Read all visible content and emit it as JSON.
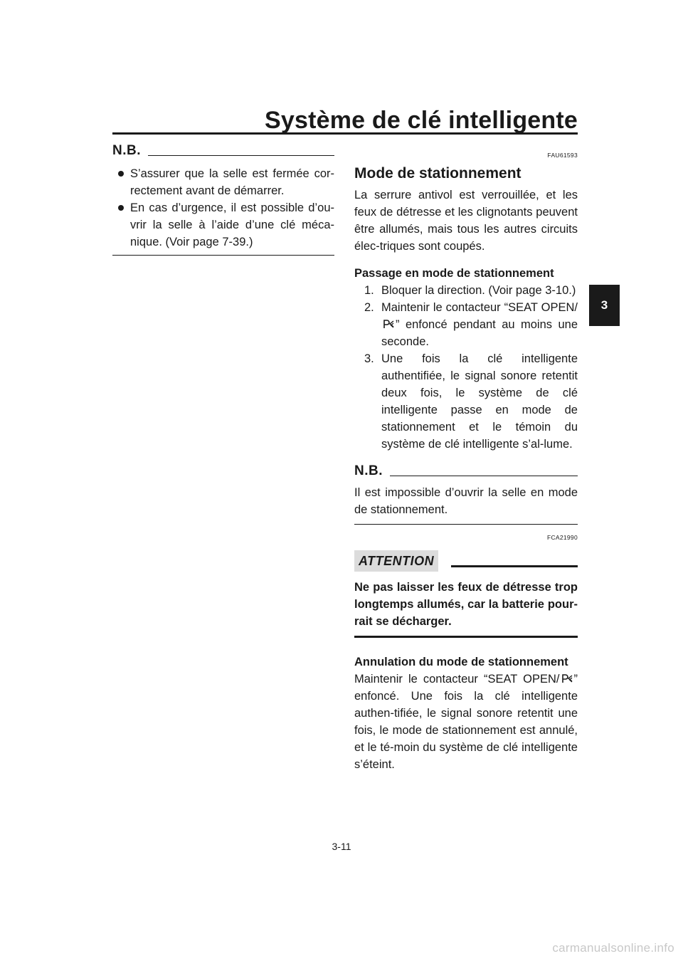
{
  "header": {
    "title": "Système de clé intelligente"
  },
  "chapter_tab": "3",
  "left": {
    "nb_label": "N.B.",
    "bullets": [
      "S’assurer que la selle est fermée cor-rectement avant de démarrer.",
      "En cas d’urgence, il est possible d’ou-vrir la selle à l’aide d’une clé méca-nique. (Voir page 7-39.)"
    ]
  },
  "right": {
    "code1": "FAU61593",
    "section_title": "Mode de stationnement",
    "intro": "La serrure antivol est verrouillée, et les feux de détresse et les clignotants peuvent être allumés, mais tous les autres circuits élec-triques sont coupés.",
    "subhead1": "Passage en mode de stationnement",
    "steps": [
      {
        "num": "1.",
        "text": "Bloquer la direction. (Voir page 3-10.)"
      },
      {
        "num": "2.",
        "before": "Maintenir le contacteur “SEAT OPEN/",
        "after": "” enfoncé pendant au moins une seconde."
      },
      {
        "num": "3.",
        "text": "Une fois la clé intelligente authentifiée, le signal sonore retentit deux fois, le système de clé intelligente passe en mode de stationnement et le témoin du système de clé intelligente s’al-lume."
      }
    ],
    "nb_label": "N.B.",
    "nb_text": "Il est impossible d’ouvrir la selle en mode de stationnement.",
    "code2": "FCA21990",
    "attention_label": "ATTENTION",
    "attention_text": "Ne pas laisser les feux de détresse trop longtemps allumés, car la batterie pour-rait se décharger.",
    "subhead2": "Annulation du mode de stationnement",
    "final_before": "Maintenir le contacteur “SEAT OPEN/",
    "final_after": "” enfoncé. Une fois la clé intelligente authen-tifiée, le signal sonore retentit une fois, le mode de stationnement est annulé, et le té-moin du système de clé intelligente s’éteint."
  },
  "icons": {
    "parking": "parking-icon",
    "bullet": "bullet-dot-icon"
  },
  "footer": {
    "page_number": "3-11"
  },
  "watermark": "carmanualsonline.info"
}
